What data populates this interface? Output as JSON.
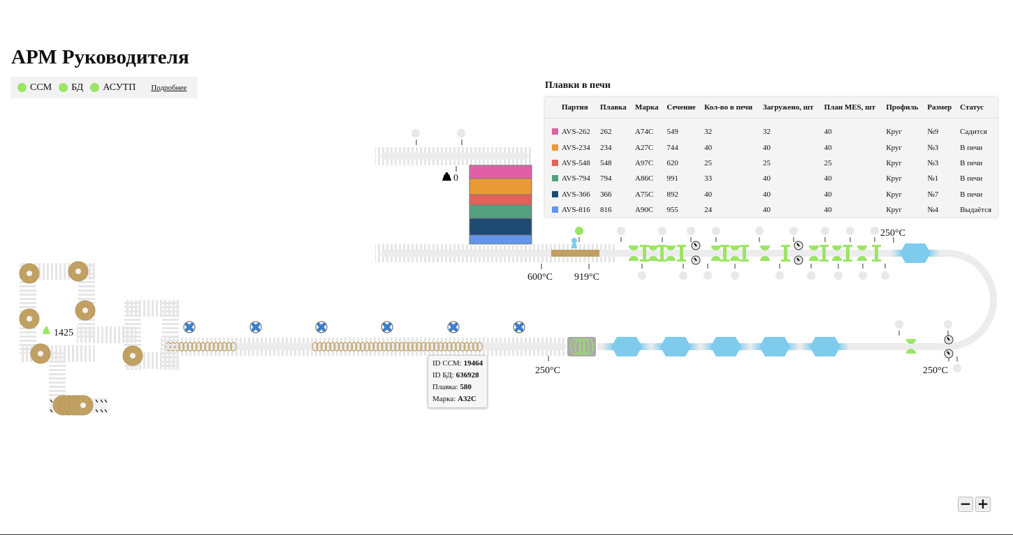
{
  "header": {
    "title": "АРМ Руководителя"
  },
  "status": {
    "items": [
      {
        "label": "ССМ",
        "color": "#9be564"
      },
      {
        "label": "БД",
        "color": "#9be564"
      },
      {
        "label": "АСУТП",
        "color": "#9be564"
      }
    ],
    "more_link": "Подробнее"
  },
  "furnace_table": {
    "title": "Плавки в печи",
    "columns": [
      "Партия",
      "Плавка",
      "Марка",
      "Сечение",
      "Кол-во в печи",
      "Загружено, шт",
      "План MES, шт",
      "Профиль",
      "Размер",
      "Статус"
    ],
    "rows": [
      {
        "color": "#e05fa5",
        "cells": [
          "AVS-262",
          "262",
          "A74C",
          "549",
          "32",
          "32",
          "40",
          "Круг",
          "№9",
          "Садится"
        ]
      },
      {
        "color": "#e89a35",
        "cells": [
          "AVS-234",
          "234",
          "A27C",
          "744",
          "40",
          "40",
          "40",
          "Круг",
          "№3",
          "В печи"
        ]
      },
      {
        "color": "#e0625a",
        "cells": [
          "AVS-548",
          "548",
          "A97C",
          "620",
          "25",
          "25",
          "25",
          "Круг",
          "№3",
          "В печи"
        ]
      },
      {
        "color": "#54a080",
        "cells": [
          "AVS-794",
          "794",
          "A86C",
          "991",
          "33",
          "40",
          "40",
          "Круг",
          "№1",
          "В печи"
        ]
      },
      {
        "color": "#1f4a72",
        "cells": [
          "AVS-366",
          "366",
          "A75C",
          "892",
          "40",
          "40",
          "40",
          "Круг",
          "№7",
          "В печи"
        ]
      },
      {
        "color": "#6395e8",
        "cells": [
          "AVS-816",
          "816",
          "A90C",
          "955",
          "24",
          "40",
          "40",
          "Круг",
          "№4",
          "Выдаётся"
        ]
      }
    ]
  },
  "schematic": {
    "weight_counter": "0",
    "coil_counter": "1425",
    "temps": {
      "t_entry": "600°C",
      "t_furnace": "919°C",
      "t_exit_top": "250°C",
      "t_exit_bottom": "250°C",
      "t_cooling": "250°C"
    }
  },
  "tooltip": {
    "lines": [
      {
        "label": "ID ССМ: ",
        "value": "19464"
      },
      {
        "label": "ID БД: ",
        "value": "636928"
      },
      {
        "label": "Плавка: ",
        "value": "580"
      },
      {
        "label": "Марка: ",
        "value": "A32C"
      }
    ]
  },
  "zoom": {
    "out": "−",
    "in": "+"
  }
}
